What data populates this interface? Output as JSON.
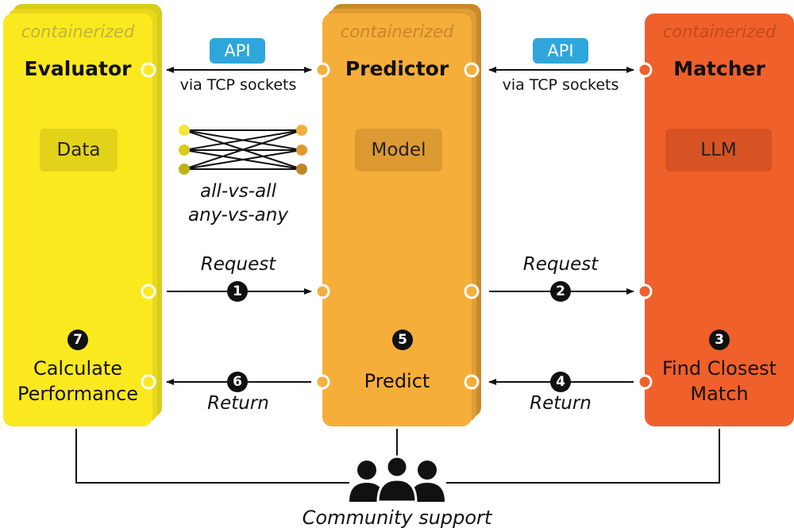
{
  "colors": {
    "evaluator": "#fbe91f",
    "evaluator_back": "#d9cb1a",
    "predictor": "#f6ae3a",
    "predictor_back": "#d99a33",
    "matcher": "#f0602a",
    "api_badge": "#2ea6dc"
  },
  "components": {
    "evaluator": {
      "tag": "containerized",
      "title": "Evaluator",
      "box": "Data",
      "step_num": "7",
      "step_line1": "Calculate",
      "step_line2": "Performance"
    },
    "predictor": {
      "tag": "containerized",
      "title": "Predictor",
      "box": "Model",
      "step_num": "5",
      "step_line1": "Predict"
    },
    "matcher": {
      "tag": "containerized",
      "title": "Matcher",
      "box": "LLM",
      "step_num": "3",
      "step_line1": "Find Closest",
      "step_line2": "Match"
    }
  },
  "links": {
    "api_left": {
      "badge": "API",
      "text": "via TCP sockets"
    },
    "api_right": {
      "badge": "API",
      "text": "via TCP sockets"
    },
    "mapping_line1": "all-vs-all",
    "mapping_line2": "any-vs-any",
    "request_left": {
      "label": "Request",
      "num": "1"
    },
    "request_right": {
      "label": "Request",
      "num": "2"
    },
    "return_right": {
      "label": "Return",
      "num": "4"
    },
    "return_left": {
      "label": "Return",
      "num": "6"
    }
  },
  "community": {
    "label": "Community support",
    "icon": "people-group-icon"
  }
}
